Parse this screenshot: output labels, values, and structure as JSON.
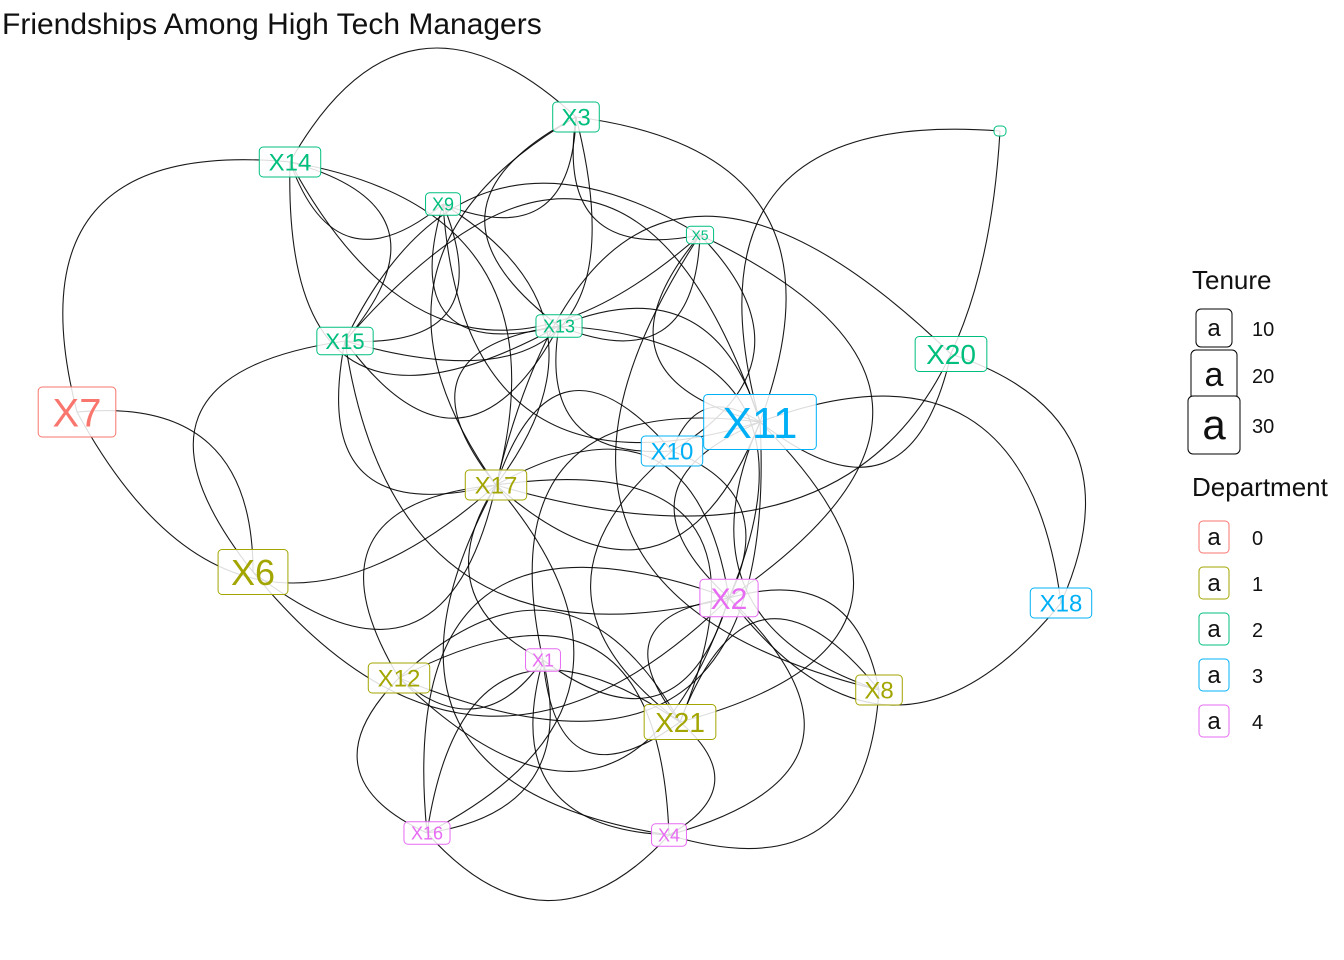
{
  "title": "Friendships Among High Tech Managers",
  "colors": {
    "dept_0": "#F8766D",
    "dept_1": "#A3A500",
    "dept_2": "#00BF7D",
    "dept_3": "#00B0F6",
    "dept_4": "#E76BF3",
    "edge": "#000000"
  },
  "nodes": [
    {
      "id": "X1",
      "label": "X1",
      "department": 4
    },
    {
      "id": "X2",
      "label": "X2",
      "department": 4
    },
    {
      "id": "X3",
      "label": "X3",
      "department": 2
    },
    {
      "id": "X4",
      "label": "X4",
      "department": 4
    },
    {
      "id": "X5",
      "label": "X5",
      "department": 2
    },
    {
      "id": "X6",
      "label": "X6",
      "department": 1
    },
    {
      "id": "X7",
      "label": "X7",
      "department": 0
    },
    {
      "id": "X8",
      "label": "X8",
      "department": 1
    },
    {
      "id": "X9",
      "label": "X9",
      "department": 2
    },
    {
      "id": "X10",
      "label": "X10",
      "department": 3
    },
    {
      "id": "X11",
      "label": "X11",
      "department": 3
    },
    {
      "id": "X12",
      "label": "X12",
      "department": 1
    },
    {
      "id": "X13",
      "label": "X13",
      "department": 2
    },
    {
      "id": "X14",
      "label": "X14",
      "department": 2
    },
    {
      "id": "X15",
      "label": "X15",
      "department": 2
    },
    {
      "id": "X16",
      "label": "X16",
      "department": 4
    },
    {
      "id": "X17",
      "label": "X17",
      "department": 1
    },
    {
      "id": "X18",
      "label": "X18",
      "department": 3
    },
    {
      "id": "X19",
      "label": "",
      "department": 2
    },
    {
      "id": "X20",
      "label": "X20",
      "department": 2
    },
    {
      "id": "X21",
      "label": "X21",
      "department": 1
    }
  ],
  "edges": [
    [
      "X7",
      "X6"
    ],
    [
      "X7",
      "X17"
    ],
    [
      "X7",
      "X14"
    ],
    [
      "X6",
      "X17"
    ],
    [
      "X6",
      "X15"
    ],
    [
      "X6",
      "X2"
    ],
    [
      "X14",
      "X3"
    ],
    [
      "X14",
      "X9"
    ],
    [
      "X14",
      "X15"
    ],
    [
      "X14",
      "X13"
    ],
    [
      "X14",
      "X17"
    ],
    [
      "X14",
      "X5"
    ],
    [
      "X3",
      "X9"
    ],
    [
      "X3",
      "X13"
    ],
    [
      "X3",
      "X15"
    ],
    [
      "X3",
      "X17"
    ],
    [
      "X3",
      "X11"
    ],
    [
      "X3",
      "X5"
    ],
    [
      "X9",
      "X15"
    ],
    [
      "X9",
      "X13"
    ],
    [
      "X9",
      "X17"
    ],
    [
      "X9",
      "X11"
    ],
    [
      "X5",
      "X13"
    ],
    [
      "X5",
      "X11"
    ],
    [
      "X5",
      "X2"
    ],
    [
      "X5",
      "X15"
    ],
    [
      "X5",
      "X10"
    ],
    [
      "X5",
      "X8"
    ],
    [
      "X13",
      "X15"
    ],
    [
      "X13",
      "X17"
    ],
    [
      "X13",
      "X11"
    ],
    [
      "X13",
      "X10"
    ],
    [
      "X13",
      "X2"
    ],
    [
      "X15",
      "X17"
    ],
    [
      "X15",
      "X11"
    ],
    [
      "X15",
      "X2"
    ],
    [
      "X19",
      "X17"
    ],
    [
      "X19",
      "X11"
    ],
    [
      "X20",
      "X11"
    ],
    [
      "X20",
      "X17"
    ],
    [
      "X20",
      "X18"
    ],
    [
      "X11",
      "X10"
    ],
    [
      "X11",
      "X17"
    ],
    [
      "X11",
      "X2"
    ],
    [
      "X11",
      "X21"
    ],
    [
      "X11",
      "X8"
    ],
    [
      "X11",
      "X18"
    ],
    [
      "X11",
      "X1"
    ],
    [
      "X11",
      "X12"
    ],
    [
      "X10",
      "X17"
    ],
    [
      "X10",
      "X2"
    ],
    [
      "X10",
      "X21"
    ],
    [
      "X17",
      "X2"
    ],
    [
      "X17",
      "X12"
    ],
    [
      "X17",
      "X21"
    ],
    [
      "X17",
      "X1"
    ],
    [
      "X17",
      "X16"
    ],
    [
      "X17",
      "X4"
    ],
    [
      "X2",
      "X12"
    ],
    [
      "X2",
      "X21"
    ],
    [
      "X2",
      "X8"
    ],
    [
      "X2",
      "X18"
    ],
    [
      "X2",
      "X1"
    ],
    [
      "X2",
      "X16"
    ],
    [
      "X2",
      "X4"
    ],
    [
      "X12",
      "X1"
    ],
    [
      "X12",
      "X21"
    ],
    [
      "X12",
      "X16"
    ],
    [
      "X12",
      "X4"
    ],
    [
      "X1",
      "X21"
    ],
    [
      "X1",
      "X16"
    ],
    [
      "X1",
      "X4"
    ],
    [
      "X21",
      "X4"
    ],
    [
      "X21",
      "X16"
    ],
    [
      "X21",
      "X8"
    ],
    [
      "X16",
      "X4"
    ],
    [
      "X8",
      "X4"
    ]
  ],
  "legend": {
    "tenure_title": "Tenure",
    "tenure_items": [
      {
        "label": "10",
        "glyph": "a",
        "size": 10
      },
      {
        "label": "20",
        "glyph": "a",
        "size": 20
      },
      {
        "label": "30",
        "glyph": "a",
        "size": 30
      }
    ],
    "department_title": "Department",
    "department_items": [
      {
        "label": "0",
        "glyph": "a",
        "color": "#F8766D"
      },
      {
        "label": "1",
        "glyph": "a",
        "color": "#A3A500"
      },
      {
        "label": "2",
        "glyph": "a",
        "color": "#00BF7D"
      },
      {
        "label": "3",
        "glyph": "a",
        "color": "#00B0F6"
      },
      {
        "label": "4",
        "glyph": "a",
        "color": "#E76BF3"
      }
    ]
  }
}
